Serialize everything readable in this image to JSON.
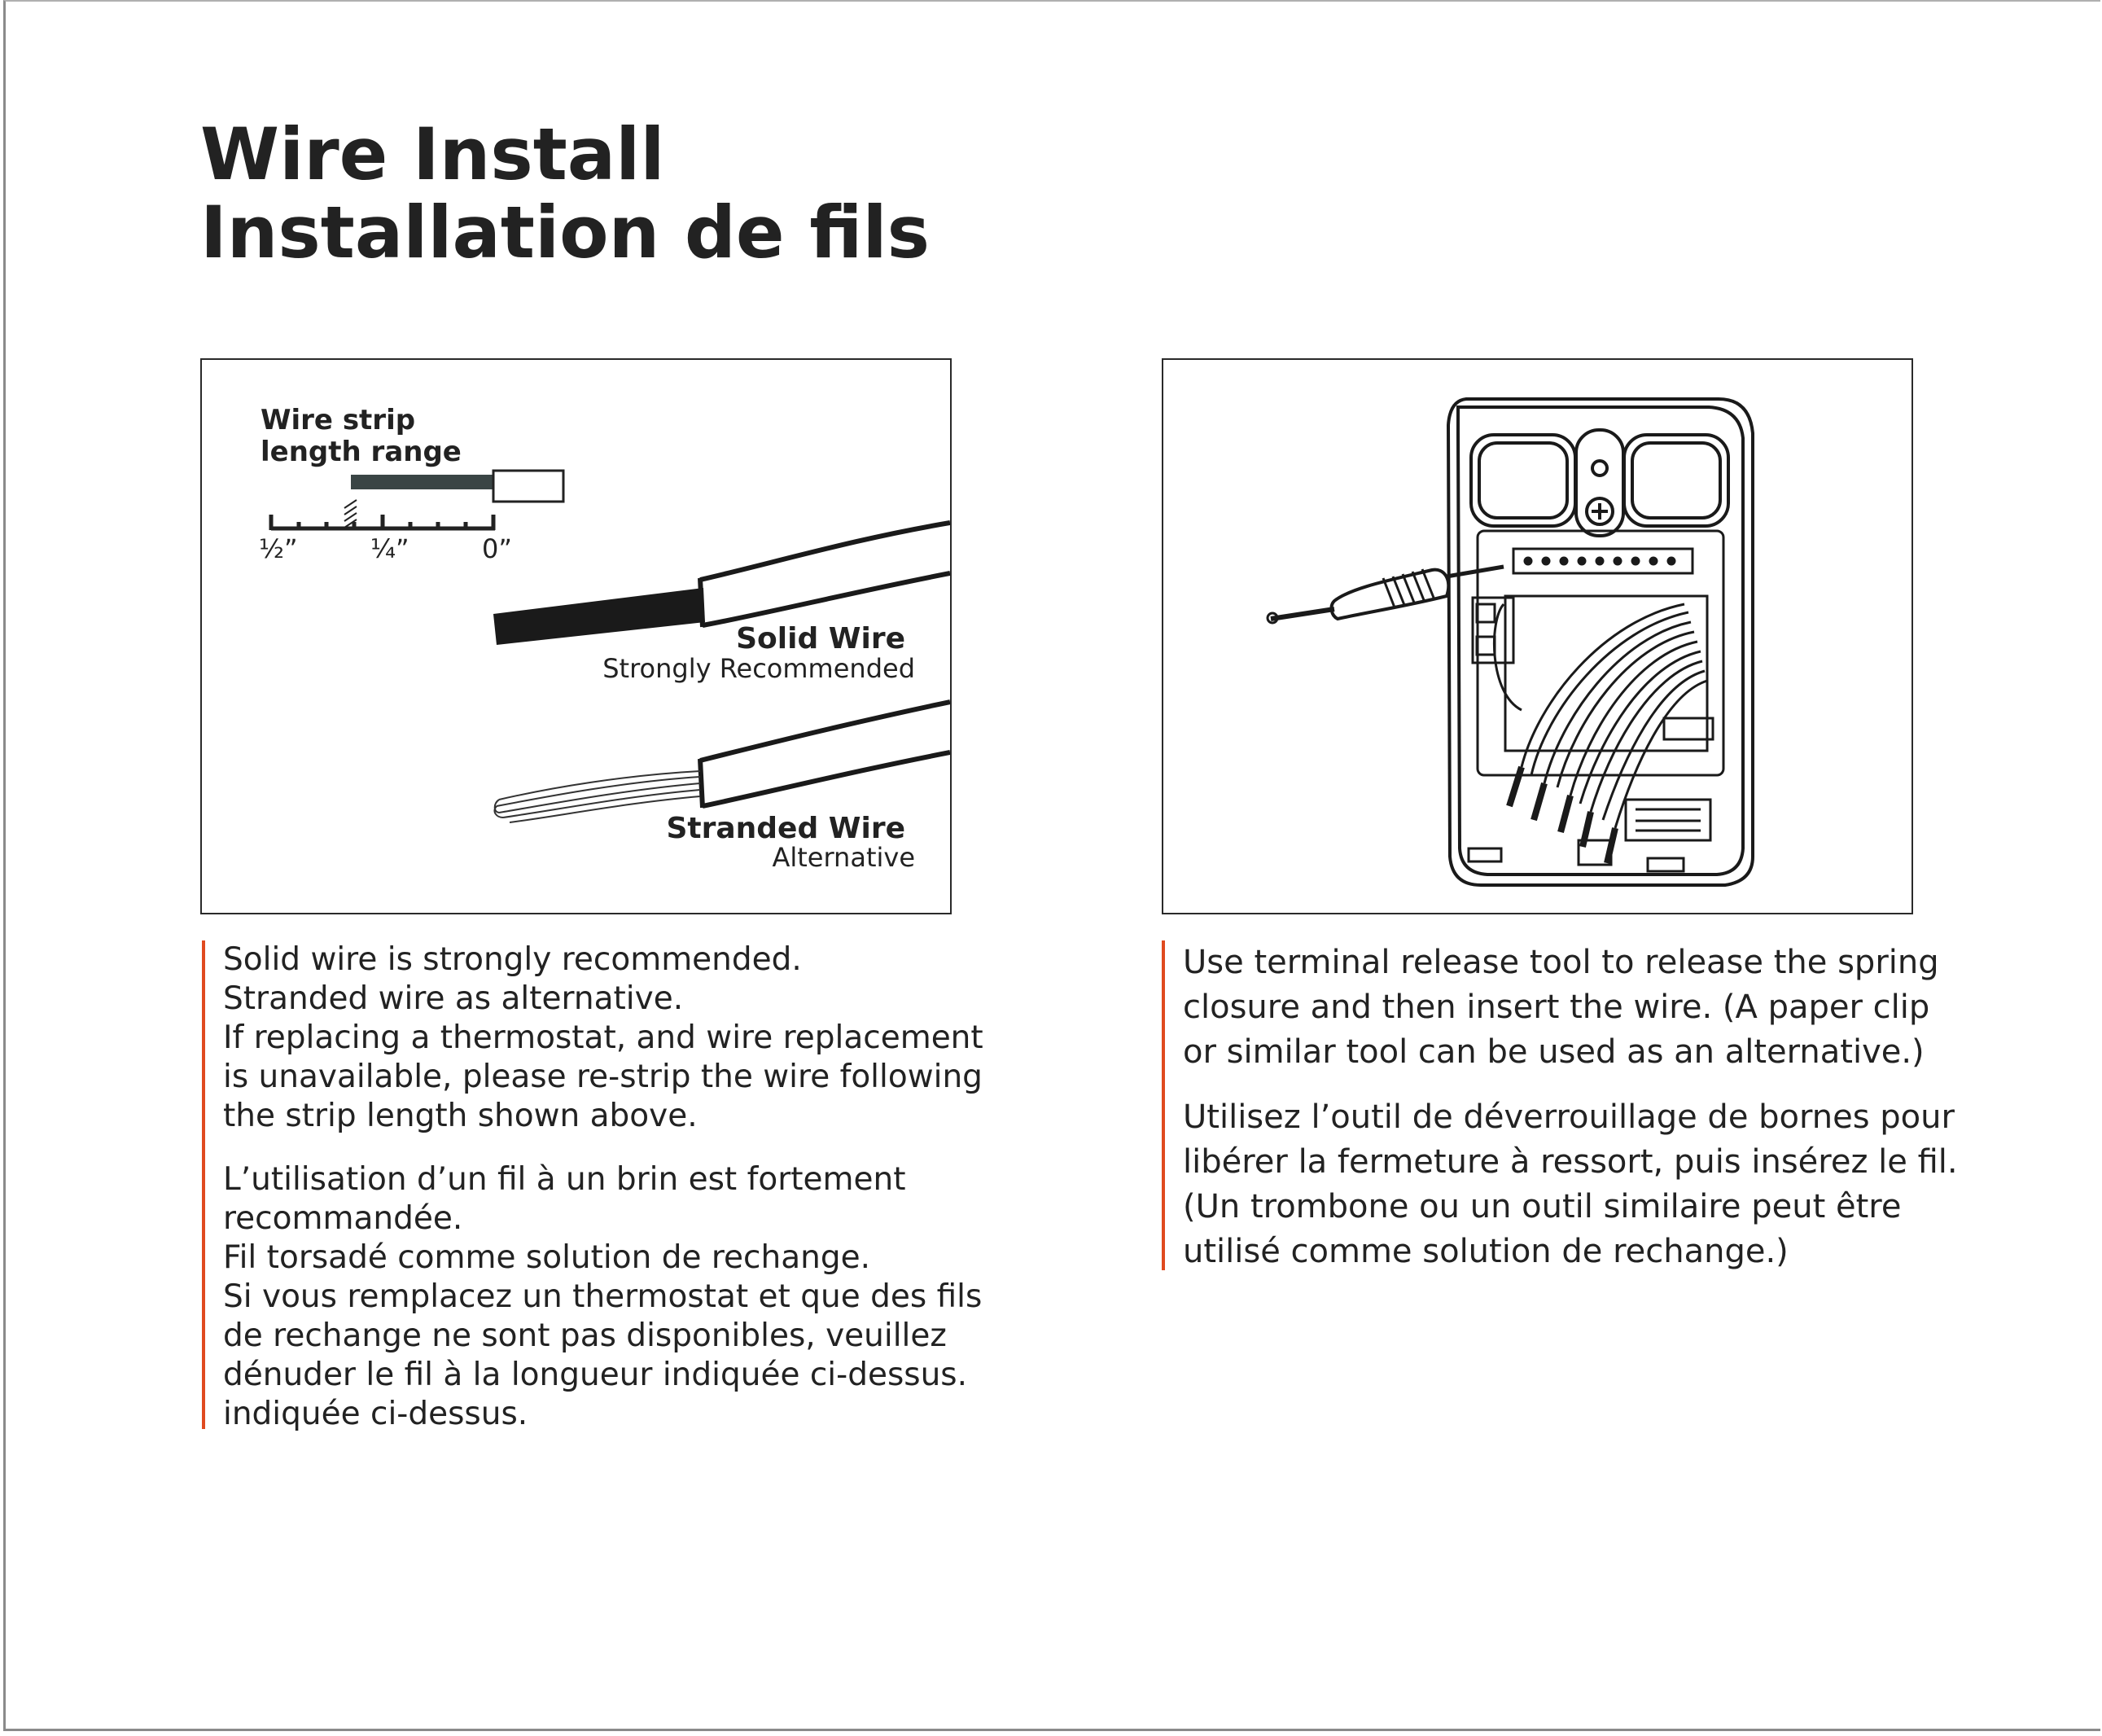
{
  "title": {
    "line_en": "Wire Install",
    "line_fr": "Installation de fils"
  },
  "strip_figure": {
    "strip_label_line1": "Wire strip",
    "strip_label_line2": "length range",
    "ruler_half": "½”",
    "ruler_quarter": "¼”",
    "ruler_zero": "0”",
    "solid_title": "Solid Wire",
    "solid_subtitle": "Strongly Recommended",
    "stranded_title": "Stranded Wire",
    "stranded_subtitle": "Alternative"
  },
  "wallplate_figure": {
    "icon": "wallplate-with-release-tool-illustration"
  },
  "caption_left": {
    "en": "Solid wire is strongly recommended.\nStranded wire as alternative.\nIf replacing a thermostat, and wire replacement\nis unavailable, please re-strip the wire following\nthe strip length shown above.",
    "fr": "L’utilisation d’un fil à un brin est fortement\nrecommandée.\nFil torsadé comme solution de rechange.\nSi vous remplacez un thermostat et que des fils\nde rechange ne sont pas disponibles, veuillez\ndénuder le fil à la longueur indiquée ci-dessus.\nindiquée ci-dessus."
  },
  "caption_right": {
    "en": "Use terminal release tool to release the spring\nclosure and then insert the wire. (A paper clip\nor similar tool can be used as an alternative.)",
    "fr": "Utilisez l’outil de déverrouillage de bornes pour\nlibérer la fermeture à ressort, puis insérez le fil.\n(Un trombone ou un outil similaire peut être\nutilisé comme solution de rechange.)"
  },
  "colors": {
    "accent_bar": "#e04a1f",
    "text": "#222222",
    "wire_dark": "#1a1a1a"
  }
}
